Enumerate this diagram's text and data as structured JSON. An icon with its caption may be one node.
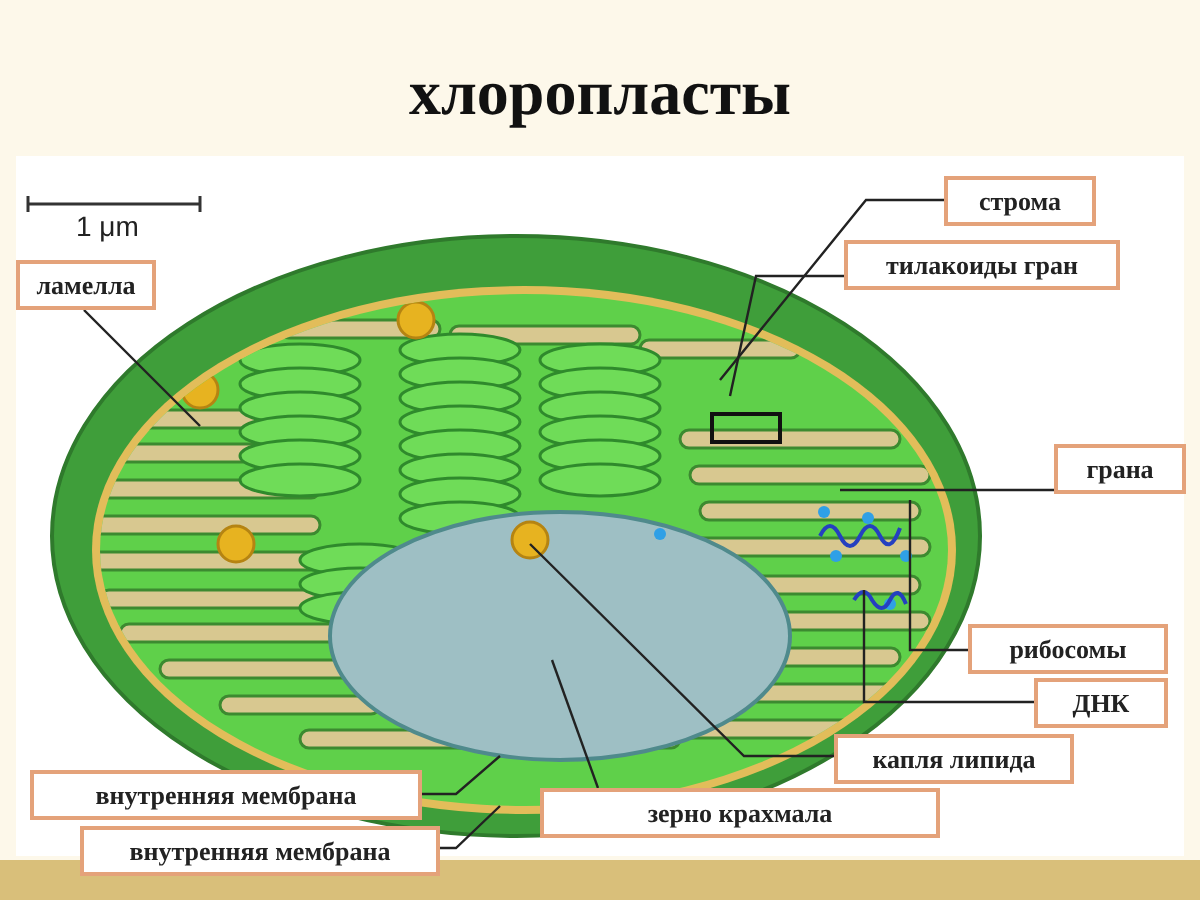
{
  "diagram": {
    "title": "хлоропласты",
    "nodes": [
      {
        "text": [
          "строма"
        ]
      },
      {
        "text": [
          "тилакоиды гран"
        ]
      },
      {
        "text": [
          "ламелла"
        ]
      },
      {
        "text": [
          "грана"
        ]
      },
      {
        "text": [
          "рибосомы"
        ]
      },
      {
        "text": [
          "ДНК"
        ]
      },
      {
        "text": [
          "капля липида"
        ]
      },
      {
        "text": [
          "внутренняя мембрана"
        ]
      },
      {
        "text": [
          "зерно крахмала"
        ]
      },
      {
        "text": [
          "внутренняя мембрана"
        ]
      }
    ],
    "edges": [
      {
        "from": 0,
        "to": null,
        "arrow": "none"
      },
      {
        "from": 1,
        "to": null,
        "arrow": "none"
      },
      {
        "from": 2,
        "to": null,
        "arrow": "none"
      },
      {
        "from": 3,
        "to": null,
        "arrow": "none"
      },
      {
        "from": 4,
        "to": null,
        "arrow": "none"
      },
      {
        "from": 5,
        "to": null,
        "arrow": "none"
      },
      {
        "from": 6,
        "to": null,
        "arrow": "none"
      },
      {
        "from": 7,
        "to": null,
        "arrow": "none"
      },
      {
        "from": 8,
        "to": null,
        "arrow": "none"
      },
      {
        "from": 9,
        "to": null,
        "arrow": "none"
      }
    ],
    "labels": [
      "1 μm"
    ]
  }
}
